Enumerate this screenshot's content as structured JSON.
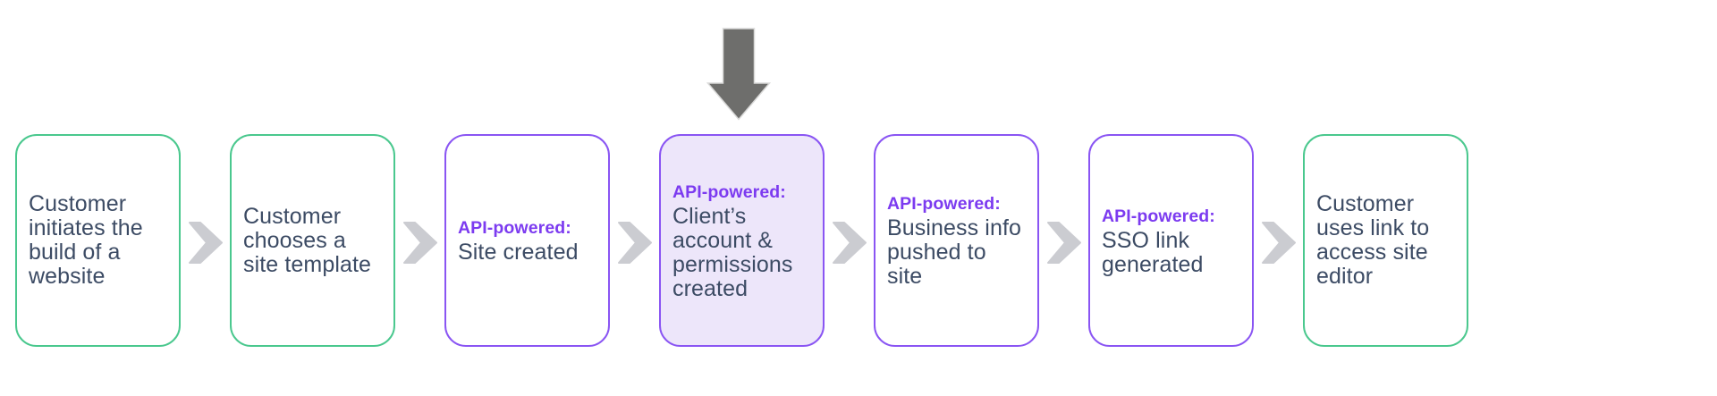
{
  "colors": {
    "customer-border": "#4ac88e",
    "api-border": "#8a55f3",
    "api-label": "#7c3bf0",
    "highlight-fill": "#ede6fa",
    "body-text": "#3c4b64",
    "chevron": "#cbccd1",
    "annotation-arrow": "#6e6e6c",
    "annotation-arrow-outline": "#d9d9d8",
    "background": "#ffffff"
  },
  "flow": {
    "annotation": {
      "icon": "down-arrow-icon",
      "points_to_step_index": 3
    },
    "steps": [
      {
        "variant": "customer",
        "label": "",
        "text": "Customer\ninitiates the\nbuild of a\nwebsite"
      },
      {
        "variant": "customer",
        "label": "",
        "text": "Customer\nchooses a\nsite template"
      },
      {
        "variant": "api",
        "label": "API-powered:",
        "text": "Site created"
      },
      {
        "variant": "api-highlight",
        "label": "API-powered:",
        "text": "Client’s\naccount &\npermissions\ncreated"
      },
      {
        "variant": "api",
        "label": "API-powered:",
        "text": "Business info\npushed to\nsite"
      },
      {
        "variant": "api",
        "label": "API-powered:",
        "text": "SSO link\ngenerated"
      },
      {
        "variant": "customer",
        "label": "",
        "text": "Customer\nuses link to\naccess site\neditor"
      }
    ]
  }
}
